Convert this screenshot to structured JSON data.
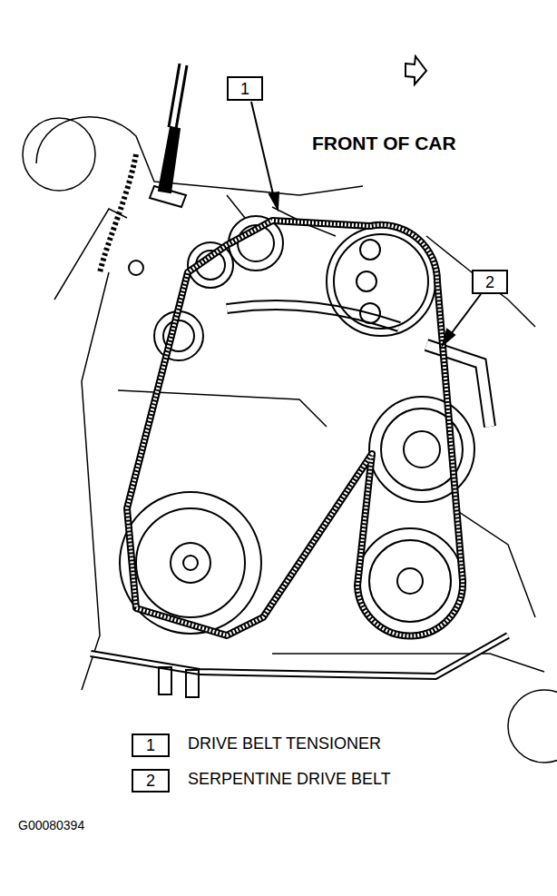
{
  "diagram": {
    "nodes": [
      {
        "text": [
          "1"
        ]
      },
      {
        "text": [
          "2"
        ]
      },
      {
        "text": [
          "1"
        ]
      },
      {
        "text": [
          "2"
        ]
      }
    ],
    "labels": [
      "FRONT OF CAR",
      "DRIVE BELT TENSIONER",
      "SERPENTINE DRIVE BELT",
      "G00080394"
    ]
  }
}
